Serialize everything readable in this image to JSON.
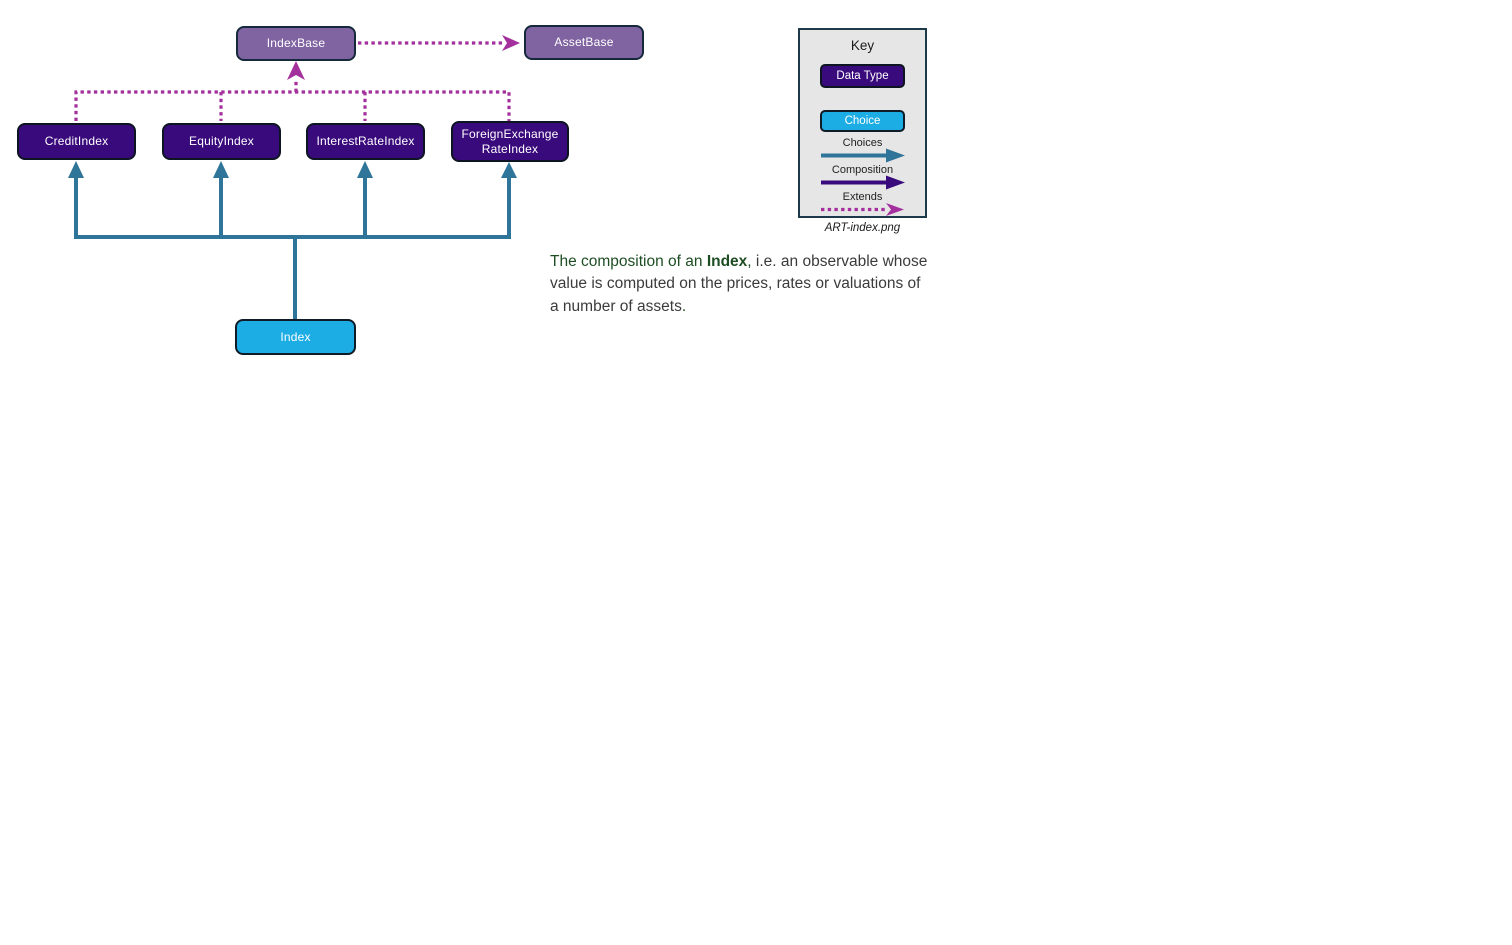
{
  "diagram": {
    "nodes": [
      {
        "label": "IndexBase",
        "kind": "base"
      },
      {
        "label": "AssetBase",
        "kind": "base"
      },
      {
        "label": "CreditIndex",
        "kind": "data_type"
      },
      {
        "label": "EquityIndex",
        "kind": "data_type"
      },
      {
        "label": "InterestRateIndex",
        "kind": "data_type"
      },
      {
        "label": "ForeignExchangeRateIndex",
        "label_line1": "ForeignExchange",
        "label_line2": "RateIndex",
        "kind": "data_type"
      },
      {
        "label": "Index",
        "kind": "choice"
      }
    ],
    "edges": [
      {
        "from": "Index",
        "to": "CreditIndex",
        "type": "Choices"
      },
      {
        "from": "Index",
        "to": "EquityIndex",
        "type": "Choices"
      },
      {
        "from": "Index",
        "to": "InterestRateIndex",
        "type": "Choices"
      },
      {
        "from": "Index",
        "to": "ForeignExchangeRateIndex",
        "type": "Choices"
      },
      {
        "from": "CreditIndex",
        "to": "IndexBase",
        "type": "Extends"
      },
      {
        "from": "EquityIndex",
        "to": "IndexBase",
        "type": "Extends"
      },
      {
        "from": "InterestRateIndex",
        "to": "IndexBase",
        "type": "Extends"
      },
      {
        "from": "ForeignExchangeRateIndex",
        "to": "IndexBase",
        "type": "Extends"
      },
      {
        "from": "IndexBase",
        "to": "AssetBase",
        "type": "Extends"
      }
    ],
    "colors": {
      "base_fill": "#8064A2",
      "data_type_fill": "#390A7C",
      "choice_fill": "#1CADE4",
      "choices_arrow": "#2F7499",
      "composition_arrow": "#390A7C",
      "extends_arrow": "#A4309D"
    }
  },
  "key": {
    "title": "Key",
    "data_type_label": "Data Type",
    "choice_label": "Choice",
    "arrows": [
      {
        "label": "Choices",
        "style": "solid",
        "color": "#2F7499"
      },
      {
        "label": "Composition",
        "style": "solid",
        "color": "#390A7C"
      },
      {
        "label": "Extends",
        "style": "dotted",
        "color": "#A4309D"
      }
    ]
  },
  "caption": "ART-index.png",
  "description": {
    "green_lead": "The composition of an ",
    "term": "Index",
    "green_comma": ", ",
    "body": "i.e. an observable whose value is computed on the prices, rates or valuations of a number of assets",
    "green_period": ".",
    "green_color": "#1E4D23",
    "body_color": "#3B3B3B"
  }
}
